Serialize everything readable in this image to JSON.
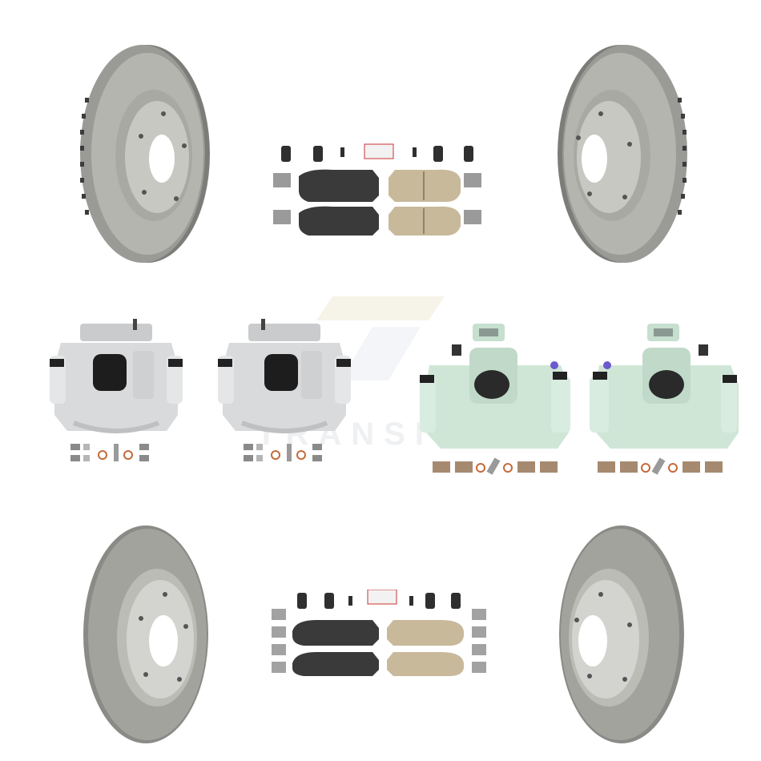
{
  "scene": {
    "background": "#ffffff",
    "watermark_text": "TRANSIT A",
    "colors": {
      "rotor": "#8f8f8a",
      "rotor_hat": "#b9b9b4",
      "caliper_silver": "#d7d8d8",
      "caliper_green": "#cfe6d6",
      "pad_black": "#3a3a3a",
      "pad_ceramic": "#c7b99a",
      "hardware": "#8a8a8a"
    }
  },
  "products": [
    {
      "name": "rotor-top-left",
      "icon": "brake-rotor-icon"
    },
    {
      "name": "pads-top-center",
      "icon": "brake-pad-set-icon"
    },
    {
      "name": "rotor-top-right",
      "icon": "brake-rotor-icon"
    },
    {
      "name": "caliper-front-left",
      "icon": "brake-caliper-icon"
    },
    {
      "name": "caliper-front-right",
      "icon": "brake-caliper-icon"
    },
    {
      "name": "caliper-rear-left",
      "icon": "brake-caliper-icon"
    },
    {
      "name": "caliper-rear-right",
      "icon": "brake-caliper-icon"
    },
    {
      "name": "rotor-bottom-left",
      "icon": "brake-rotor-icon"
    },
    {
      "name": "pads-bottom-center",
      "icon": "brake-pad-set-icon"
    },
    {
      "name": "rotor-bottom-right",
      "icon": "brake-rotor-icon"
    }
  ]
}
